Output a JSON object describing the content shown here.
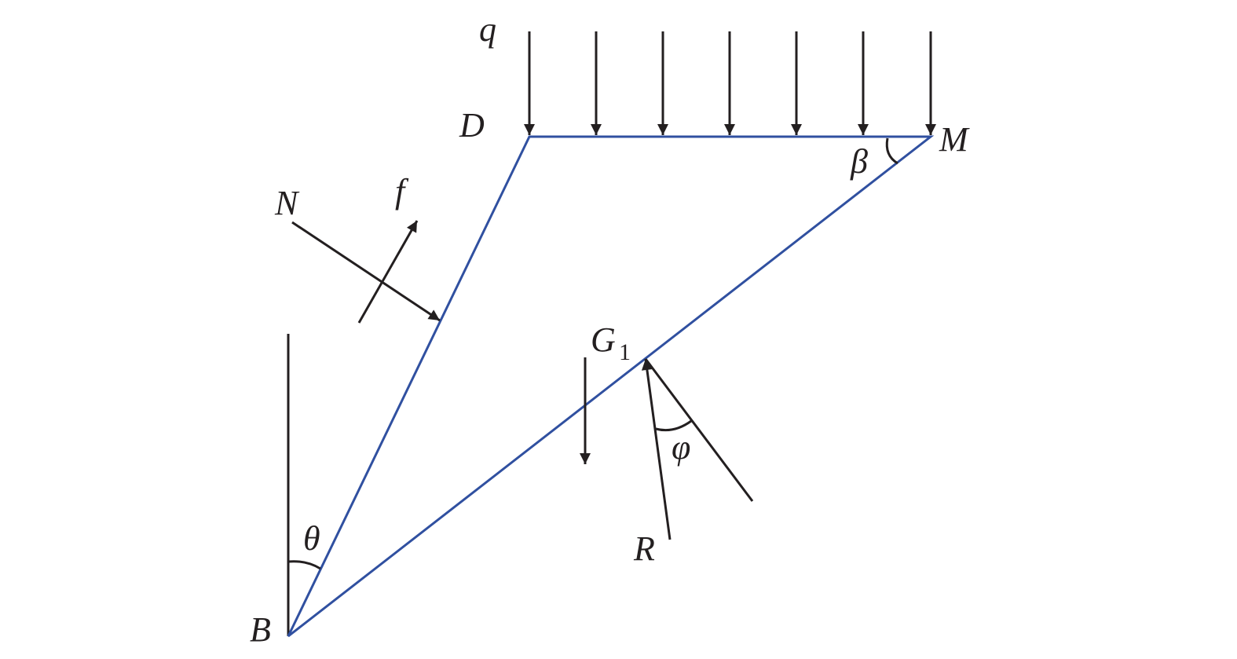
{
  "diagram": {
    "labels": {
      "q": "q",
      "D": "D",
      "M": "M",
      "beta": "β",
      "N": "N",
      "f": "f",
      "G": "G",
      "G_sub": "1",
      "phi": "φ",
      "R": "R",
      "theta": "θ",
      "B": "B"
    },
    "colors": {
      "member": "#3050a0",
      "force": "#231f20"
    }
  }
}
